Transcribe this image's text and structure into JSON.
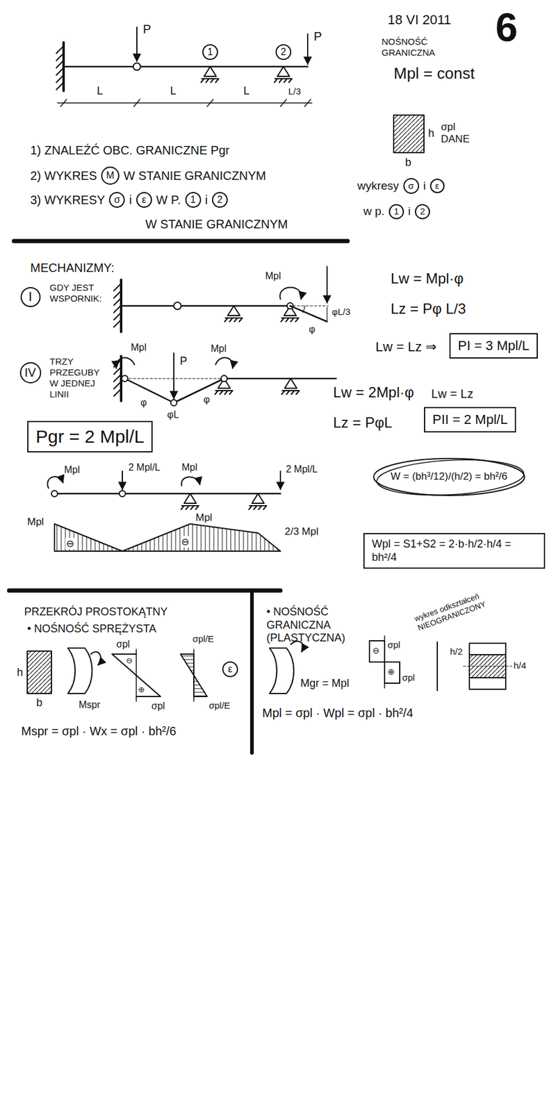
{
  "diagram": {
    "nodes": [
      {
        "text": [
          "1"
        ]
      },
      {
        "text": [
          "2"
        ]
      },
      {
        "text": [
          "M"
        ]
      },
      {
        "text": [
          "σ"
        ]
      },
      {
        "text": [
          "ε"
        ]
      },
      {
        "text": [
          "1"
        ]
      },
      {
        "text": [
          "2"
        ]
      },
      {
        "text": [
          "σ"
        ]
      },
      {
        "text": [
          "ε"
        ]
      },
      {
        "text": [
          "1"
        ]
      },
      {
        "text": [
          "2"
        ]
      },
      {
        "text": [
          "I"
        ]
      },
      {
        "text": [
          "IV"
        ]
      },
      {
        "text": [
          "PI = 3 Mpl/L"
        ]
      },
      {
        "text": [
          "PII = 2 Mpl/L"
        ]
      },
      {
        "text": [
          "W = (bh³/12)/(h/2) = bh²/6"
        ]
      },
      {
        "text": [
          "Pgr = 2 Mpl/L"
        ]
      },
      {
        "text": [
          "Wpl = S1+S2 = 2·b·h/2·h/4 = bh²/4"
        ]
      },
      {
        "text": [
          "ε"
        ]
      }
    ],
    "labels": [
      "18 VI 2011",
      "6",
      "NOŚNOŚĆ GRANICZNA",
      "Mpl = const",
      "P",
      "P",
      "L",
      "L",
      "L",
      "L/3",
      "h",
      "b",
      "σpl DANE",
      "1) ZNALEŹĆ OBC. GRANICZNE Pgr",
      "2) WYKRES",
      "W STANIE GRANICZNYM",
      "3) WYKRESY",
      "i",
      "W P.",
      "i",
      "W STANIE GRANICZNYM",
      "wykresy",
      "i",
      "w p.",
      "i",
      "MECHANIZMY:",
      "GDY JEST WSPORNIK:",
      "Mpl",
      "φ",
      "φL/3",
      "Lw = Mpl·φ",
      "Lz = Pφ L/3",
      "Lw = Lz ⇒",
      "TRZY PRZEGUBY W JEDNEJ LINII",
      "Mpl",
      "P",
      "Mpl",
      "φ",
      "φ",
      "φL",
      "Lw = 2Mpl·φ",
      "Lz = PφL",
      "Lw = Lz",
      "Mpl",
      "2 Mpl/L",
      "Mpl",
      "2 Mpl/L",
      "Mpl",
      "⊖",
      "⊖",
      "Mpl",
      "2/3 Mpl",
      "PRZEKRÓJ PROSTOKĄTNY",
      "• NOŚNOŚĆ SPRĘŻYSTA",
      "h",
      "b",
      "σpl",
      "Mspr",
      "σpl",
      "⊖",
      "⊕",
      "σpl/E",
      "σpl/E",
      "Mspr = σpl · Wx = σpl · bh²/6",
      "• NOŚNOŚĆ GRANICZNA (PLASTYCZNA)",
      "wykres odkształceń NIEOGRANICZONY",
      "σpl",
      "σpl",
      "⊖",
      "⊕",
      "Mgr = Mpl",
      "Mpl = σpl · Wpl = σpl · bh²/4",
      "h/2",
      "h/4"
    ]
  }
}
